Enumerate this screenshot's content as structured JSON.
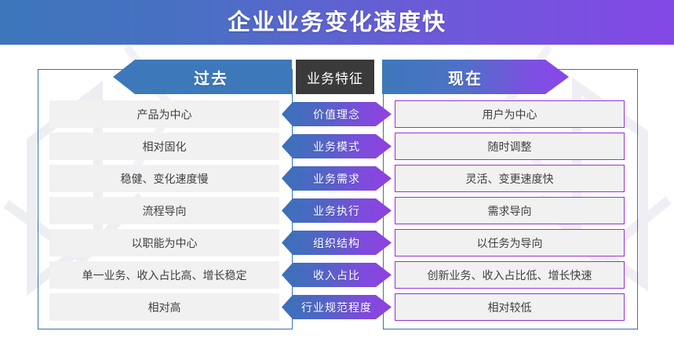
{
  "header": {
    "title": "企业业务变化速度快"
  },
  "columns": {
    "past_label": "过去",
    "feature_label": "业务特征",
    "now_label": "现在"
  },
  "colors": {
    "title_gradient_start": "#3d76ba",
    "title_gradient_end": "#8448e6",
    "frame_border": "#3573b5",
    "past_banner": "#3d78ba",
    "feature_banner": "#3a3a3a",
    "now_banner_start": "#3d78ba",
    "now_banner_end": "#8a45ec",
    "cell_background": "#f1f1f1",
    "now_cell_border": "#9333dd",
    "cell_text": "#3f3f3f"
  },
  "rows": [
    {
      "feature": "价值理念",
      "past": "产品为中心",
      "now": "用户为中心"
    },
    {
      "feature": "业务模式",
      "past": "相对固化",
      "now": "随时调整"
    },
    {
      "feature": "业务需求",
      "past": "稳健、变化速度慢",
      "now": "灵活、变更速度快"
    },
    {
      "feature": "业务执行",
      "past": "流程导向",
      "now": "需求导向"
    },
    {
      "feature": "组织结构",
      "past": "以职能为中心",
      "now": "以任务为导向"
    },
    {
      "feature": "收入占比",
      "past": "单一业务、收入占比高、增长稳定",
      "now": "创新业务、收入占比低、增长快速"
    },
    {
      "feature": "行业规范程度",
      "past": "相对高",
      "now": "相对较低"
    }
  ]
}
